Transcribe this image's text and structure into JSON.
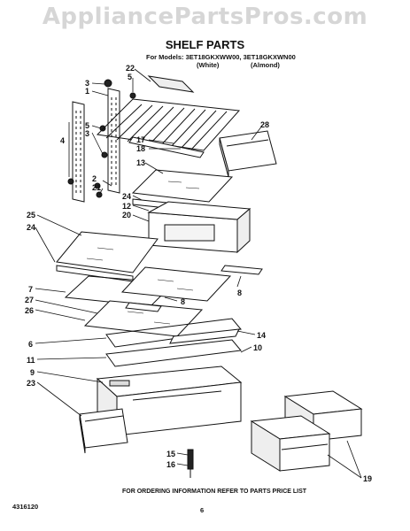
{
  "watermark": "AppliancePartsPros.com",
  "header": {
    "title": "SHELF PARTS",
    "models": "For Models: 3ET18GKXWW00, 3ET18GKXWN00",
    "variant_white": "(White)",
    "variant_almond": "(Almond)"
  },
  "callouts": {
    "c22": "22",
    "c5a": "5",
    "c3a": "3",
    "c1": "1",
    "c4": "4",
    "c5b": "5",
    "c3b": "3",
    "c2": "2",
    "c21": "21",
    "c28": "28",
    "c17": "17",
    "c18": "18",
    "c13": "13",
    "c24a": "24",
    "c12": "12",
    "c20": "20",
    "c25": "25",
    "c24b": "24",
    "c7": "7",
    "c8a": "8",
    "c8b": "8",
    "c27": "27",
    "c26": "26",
    "c14": "14",
    "c6": "6",
    "c11": "11",
    "c10": "10",
    "c9": "9",
    "c23": "23",
    "c15": "15",
    "c16": "16",
    "c19": "19"
  },
  "footer": {
    "note": "FOR ORDERING INFORMATION REFER TO PARTS PRICE LIST",
    "doc_number": "4316120",
    "page_number": "6"
  }
}
